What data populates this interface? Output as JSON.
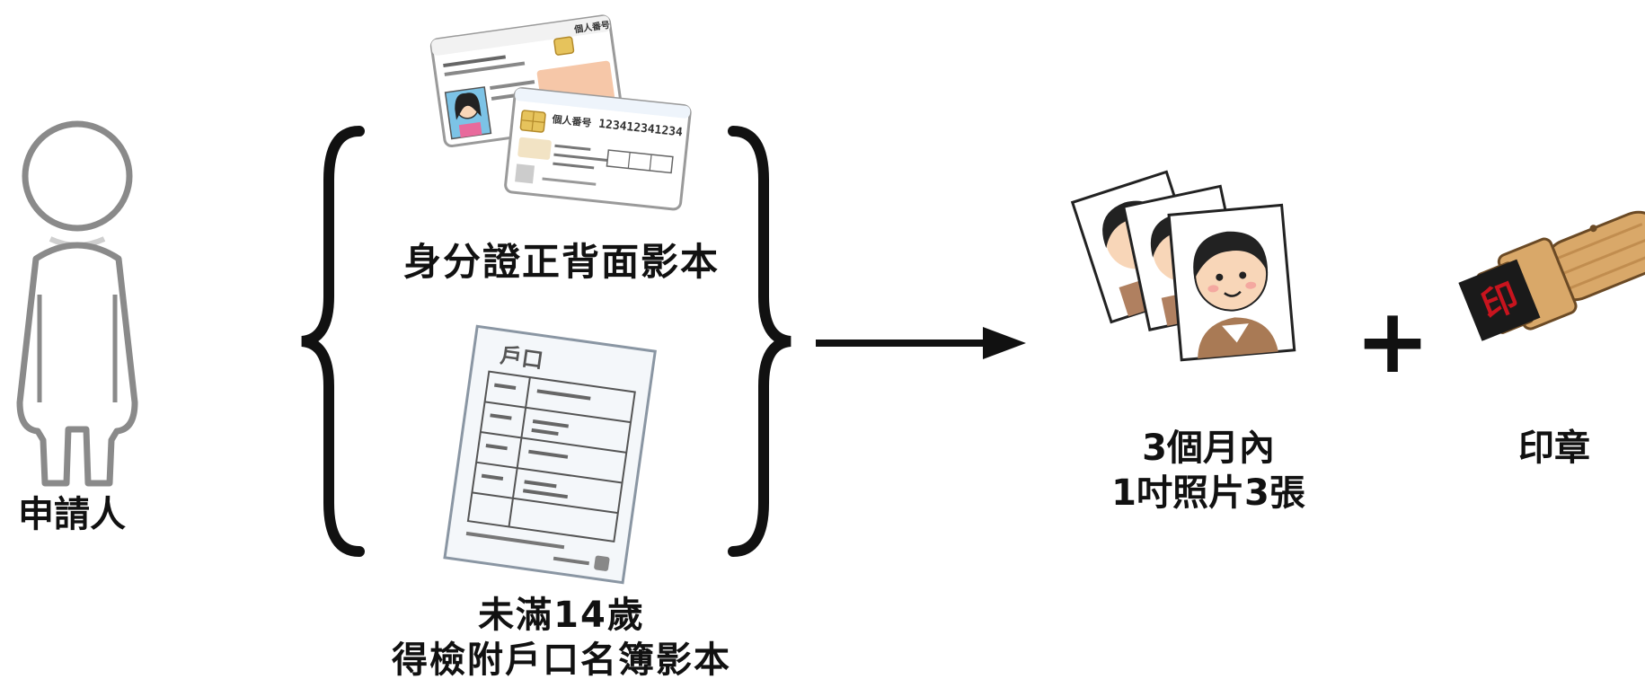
{
  "applicant": {
    "label": "申請人"
  },
  "documents": {
    "id_card": {
      "label": "身分證正背面影本"
    },
    "household_register": {
      "line1": "未滿14歲",
      "line2": "得檢附戶口名簿影本",
      "heading": "戶口"
    }
  },
  "photos": {
    "line1": "3個月內",
    "line2": "1吋照片3張"
  },
  "plus": "+",
  "seal": {
    "label": "印章",
    "glyph": "印"
  },
  "card_text": {
    "back_title": "個人番号",
    "back_number": "123412341234",
    "front_title": "個人番号"
  },
  "colors": {
    "ink": "#111111",
    "card_peach": "#f6c7a8",
    "chip": "#e6c35c",
    "skin": "#f8d6b8",
    "seal_red": "#c8141e",
    "wood": "#d9a869"
  }
}
